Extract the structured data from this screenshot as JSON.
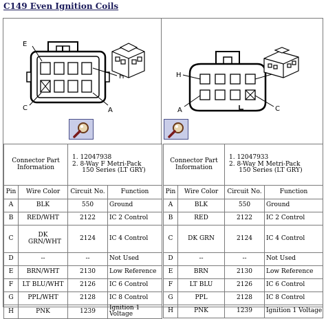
{
  "title": "C149 Even Ignition Coils",
  "diagrams": {
    "left": {
      "labels": {
        "E": "E",
        "H": "H",
        "C": "C",
        "A": "A"
      },
      "zoom_icon": "magnifier-icon"
    },
    "right": {
      "labels": {
        "H": "H",
        "E": "E",
        "A": "A",
        "C": "C"
      },
      "zoom_icon": "magnifier-icon"
    }
  },
  "tables": {
    "left": {
      "info_label": "Connector Part Information",
      "info_lines": [
        "1.  12047938",
        "2.  8-Way F Metri-Pack",
        "     150 Series (LT GRY)"
      ],
      "headers": [
        "Pin",
        "Wire Color",
        "Circuit No.",
        "Function"
      ],
      "rows": [
        [
          "A",
          "BLK",
          "550",
          "Ground"
        ],
        [
          "B",
          "RED/WHT",
          "2122",
          "IC 2 Control"
        ],
        [
          "C",
          "DK GRN/WHT",
          "2124",
          "IC 4 Control"
        ],
        [
          "D",
          "--",
          "--",
          "Not Used"
        ],
        [
          "E",
          "BRN/WHT",
          "2130",
          "Low Reference"
        ],
        [
          "F",
          "LT BLU/WHT",
          "2126",
          "IC 6 Control"
        ],
        [
          "G",
          "PPL/WHT",
          "2128",
          "IC 8 Control"
        ],
        [
          "H",
          "PNK",
          "1239",
          "Ignition 1 Voltage"
        ]
      ]
    },
    "right": {
      "info_label": "Connector Part Information",
      "info_lines": [
        "1.  12047933",
        "2.  8-Way M Metri-Pack",
        "     150 Series (LT GRY)"
      ],
      "headers": [
        "Pin",
        "Wire Color",
        "Circuit No.",
        "Function"
      ],
      "rows": [
        [
          "A",
          "BLK",
          "550",
          "Ground"
        ],
        [
          "B",
          "RED",
          "2122",
          "IC 2 Control"
        ],
        [
          "C",
          "DK GRN",
          "2124",
          "IC 4 Control"
        ],
        [
          "D",
          "--",
          "--",
          "Not Used"
        ],
        [
          "E",
          "BRN",
          "2130",
          "Low Reference"
        ],
        [
          "F",
          "LT BLU",
          "2126",
          "IC 6 Control"
        ],
        [
          "G",
          "PPL",
          "2128",
          "IC 8 Control"
        ],
        [
          "H",
          "PNK",
          "1239",
          "Ignition 1 Voltage"
        ]
      ]
    }
  }
}
